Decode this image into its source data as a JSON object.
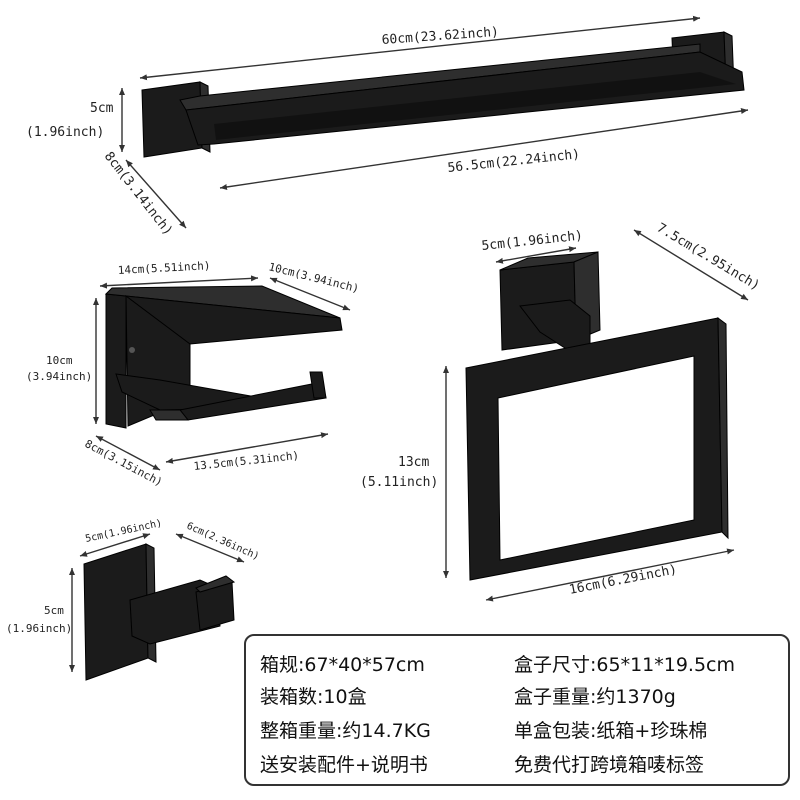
{
  "dimensions": {
    "towel_bar_total": "60cm(23.62inch)",
    "towel_bar_inner": "56.5cm(22.24inch)",
    "towel_bar_height_cm": "5cm",
    "towel_bar_height_in": "(1.96inch)",
    "towel_bar_depth": "8cm(3.14inch)",
    "paper_holder_width": "14cm(5.51inch)",
    "paper_holder_shelf": "10cm(3.94inch)",
    "paper_holder_height_cm": "10cm",
    "paper_holder_height_in": "(3.94inch)",
    "paper_holder_depth": "8cm(3.15inch)",
    "paper_holder_bottom": "13.5cm(5.31inch)",
    "ring_base": "5cm(1.96inch)",
    "ring_depth": "7.5cm(2.95inch)",
    "ring_height_cm": "13cm",
    "ring_height_in": "(5.11inch)",
    "ring_width": "16cm(6.29inch)",
    "hook_base": "5cm(1.96inch)",
    "hook_depth": "6cm(2.36inch)",
    "hook_height_cm": "5cm",
    "hook_height_in": "(1.96inch)"
  },
  "info": {
    "box_spec": "箱规:67*40*57cm",
    "box_size": "盒子尺寸:65*11*19.5cm",
    "box_count": "装箱数:10盒",
    "box_weight": "盒子重量:约1370g",
    "carton_weight": "整箱重量:约14.7KG",
    "packaging": "单盒包装:纸箱+珍珠棉",
    "accessories": "送安装配件+说明书",
    "label_service": "免费代打跨境箱唛标签"
  }
}
